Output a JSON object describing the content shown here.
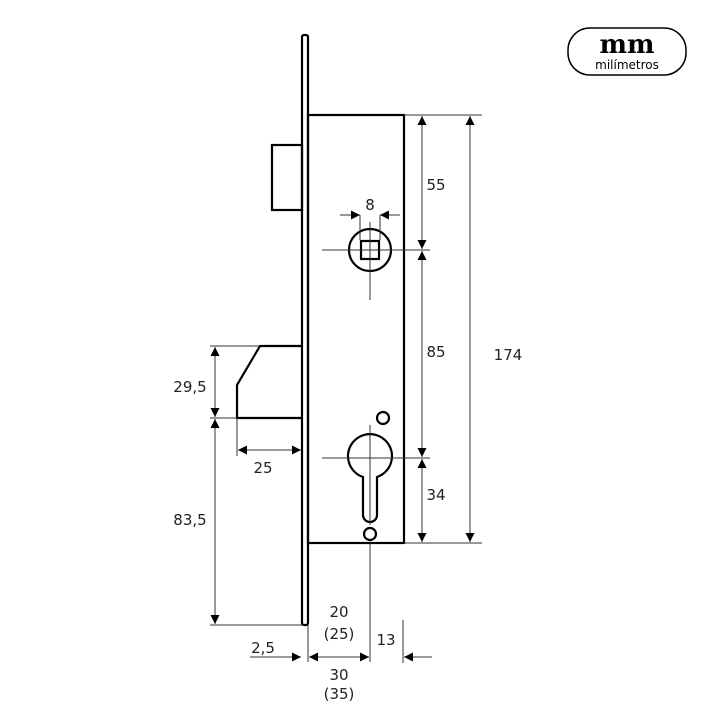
{
  "logo": {
    "mark": "mm",
    "subtitle": "milímetros"
  },
  "dimensions": {
    "spindle_width": "8",
    "top_to_spindle": "55",
    "spindle_to_cylinder": "85",
    "cylinder_to_bottom": "34",
    "total_height": "174",
    "latch_height": "29,5",
    "latch_to_bottom": "83,5",
    "latch_projection": "25",
    "faceplate_thickness": "2,5",
    "backset": "20",
    "backset_alt": "(25)",
    "body_depth": "30",
    "body_depth_alt": "(35)",
    "edge_offset": "13"
  }
}
